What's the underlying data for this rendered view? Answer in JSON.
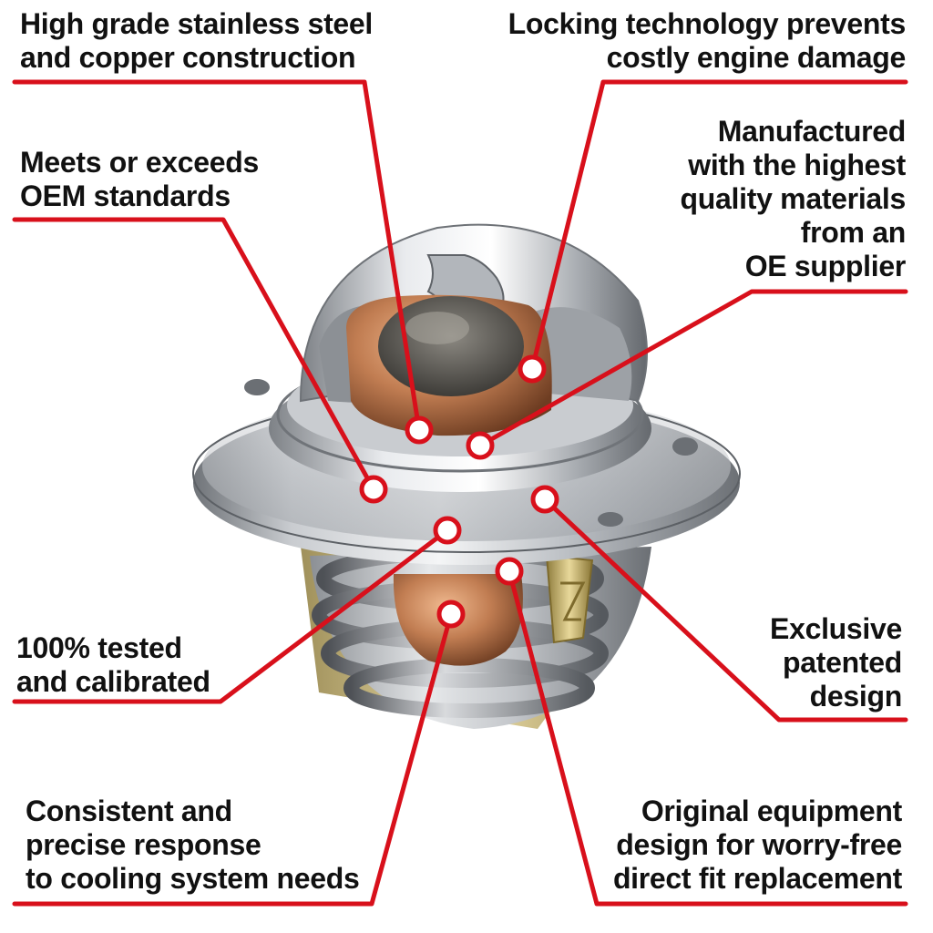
{
  "colors": {
    "callout": "#d8101b",
    "text": "#111111",
    "background": "#ffffff",
    "steel_light": "#eceef0",
    "steel_dark": "#7a7e83",
    "copper": "#c17d52",
    "brass": "#c8b46a"
  },
  "subject": {
    "icon": "thermostat-illustration"
  },
  "callouts": [
    {
      "id": "stainless-steel",
      "lines": [
        "High grade stainless steel",
        "and copper construction"
      ]
    },
    {
      "id": "locking-technology",
      "lines": [
        "Locking technology prevents",
        "costly engine damage"
      ]
    },
    {
      "id": "oem-standards",
      "lines": [
        "Meets or exceeds",
        "OEM standards"
      ]
    },
    {
      "id": "quality-materials",
      "lines": [
        "Manufactured",
        "with the highest",
        "quality materials",
        "from an",
        "OE supplier"
      ]
    },
    {
      "id": "tested-calibrated",
      "lines": [
        "100% tested",
        "and calibrated"
      ]
    },
    {
      "id": "patented-design",
      "lines": [
        "Exclusive",
        "patented",
        "design"
      ]
    },
    {
      "id": "precise-response",
      "lines": [
        "Consistent and",
        "precise response",
        "to cooling system needs"
      ]
    },
    {
      "id": "direct-fit",
      "lines": [
        "Original equipment",
        "design for worry-free",
        "direct fit replacement"
      ]
    }
  ]
}
